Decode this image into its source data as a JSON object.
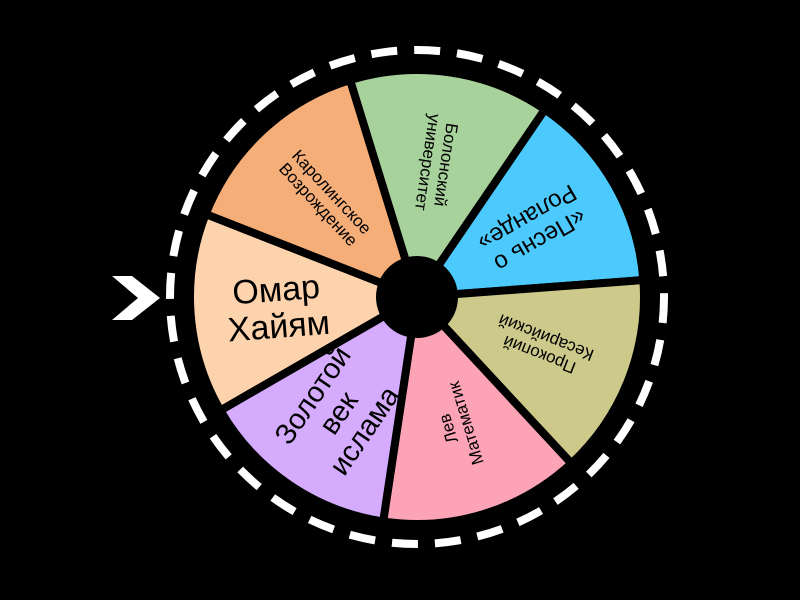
{
  "wheel": {
    "segments": [
      {
        "label_lines": [
          "Омар",
          "Хайям"
        ],
        "color": "#fdd3ad",
        "font": 34
      },
      {
        "label_lines": [
          "Каролингское",
          "Возрождение"
        ],
        "color": "#f5ae78",
        "font": 17
      },
      {
        "label_lines": [
          "Болонский",
          "университет"
        ],
        "color": "#a7d29b",
        "font": 17
      },
      {
        "label_lines": [
          "«Песнь о",
          "Роланде»"
        ],
        "color": "#4cc9fd",
        "font": 24
      },
      {
        "label_lines": [
          "Прокопий",
          "Кесарийский"
        ],
        "color": "#cdc98b",
        "font": 17
      },
      {
        "label_lines": [
          "Лев",
          "Математик"
        ],
        "color": "#fca4b6",
        "font": 17
      },
      {
        "label_lines": [
          "Золотой",
          "век",
          "ислама"
        ],
        "color": "#d4abfd",
        "font": 29
      }
    ]
  },
  "pointer": {
    "icon": "chevron-right-icon",
    "color": "#ffffff"
  }
}
